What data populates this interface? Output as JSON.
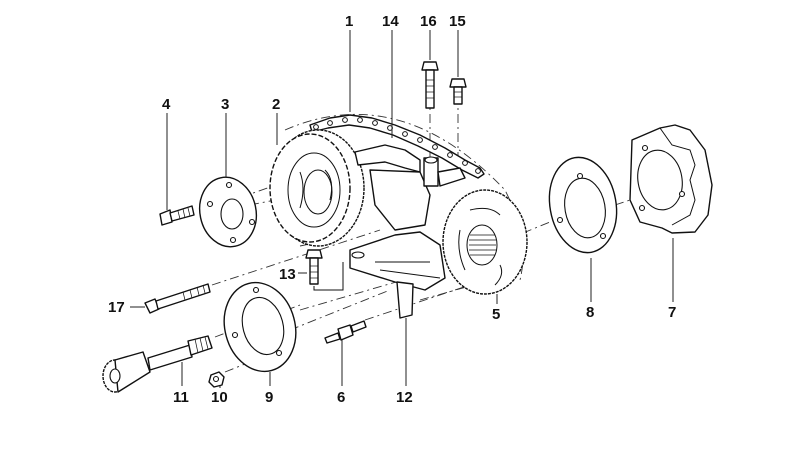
{
  "diagram": {
    "title": "Timing chain assembly exploded view",
    "callouts": [
      {
        "id": "1",
        "part": "timing-chain"
      },
      {
        "id": "2",
        "part": "camshaft-sprocket"
      },
      {
        "id": "3",
        "part": "sprocket-plate"
      },
      {
        "id": "4",
        "part": "sprocket-bolt"
      },
      {
        "id": "5",
        "part": "intermediate-sprocket"
      },
      {
        "id": "6",
        "part": "stud"
      },
      {
        "id": "7",
        "part": "cover-flange"
      },
      {
        "id": "8",
        "part": "ring-plate"
      },
      {
        "id": "9",
        "part": "flange-ring"
      },
      {
        "id": "10",
        "part": "nut"
      },
      {
        "id": "11",
        "part": "splined-shaft"
      },
      {
        "id": "12",
        "part": "tensioner-bracket"
      },
      {
        "id": "13",
        "part": "bracket-bolt"
      },
      {
        "id": "14",
        "part": "chain-guide"
      },
      {
        "id": "15",
        "part": "short-bolt"
      },
      {
        "id": "16",
        "part": "long-bolt"
      },
      {
        "id": "17",
        "part": "long-screw"
      }
    ]
  }
}
